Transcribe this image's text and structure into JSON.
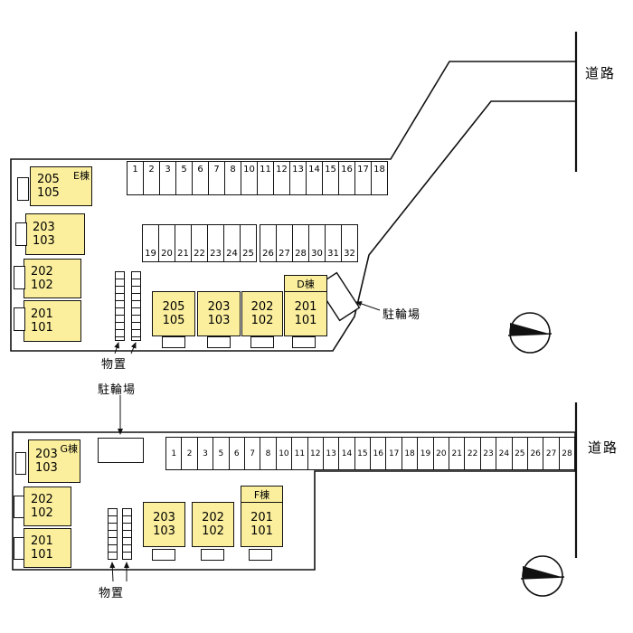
{
  "colors": {
    "room_fill": "#FBEF9E",
    "line": "#111111",
    "background": "#FFFFFF"
  },
  "site_top": {
    "road_label": "道路",
    "bike_label": "駐輪場",
    "storage_label": "物置",
    "parking_row_1": [
      "1",
      "2",
      "3",
      "5",
      "6",
      "7",
      "8",
      "10",
      "11",
      "12",
      "13",
      "14",
      "15",
      "16",
      "17",
      "18"
    ],
    "parking_row_2a": [
      "19",
      "20",
      "21",
      "22",
      "23",
      "24",
      "25"
    ],
    "parking_row_2b": [
      "26",
      "27",
      "28",
      "30",
      "31",
      "32"
    ],
    "e_wing": {
      "label": "E棟",
      "rooms": [
        "205\n105",
        "203\n103",
        "202\n102",
        "201\n101"
      ]
    },
    "d_wing": {
      "label": "D棟",
      "rooms": [
        "205\n105",
        "203\n103",
        "202\n102",
        "201\n101"
      ]
    }
  },
  "site_bottom": {
    "road_label": "道路",
    "bike_label": "駐輪場",
    "storage_label": "物置",
    "parking_row": [
      "1",
      "2",
      "3",
      "5",
      "6",
      "7",
      "8",
      "10",
      "11",
      "12",
      "13",
      "14",
      "15",
      "16",
      "17",
      "18",
      "19",
      "20",
      "21",
      "22",
      "23",
      "24",
      "25",
      "26",
      "27",
      "28"
    ],
    "g_wing": {
      "label": "G棟",
      "rooms": [
        "203\n103",
        "202\n102",
        "201\n101"
      ]
    },
    "f_wing": {
      "label": "F棟",
      "rooms": [
        "203\n103",
        "202\n102",
        "201\n101"
      ]
    }
  }
}
